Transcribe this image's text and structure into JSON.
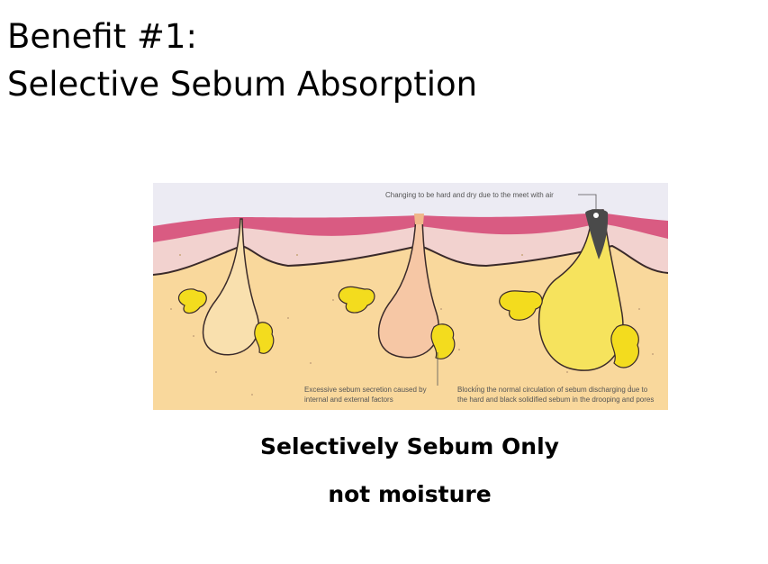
{
  "slide": {
    "title_line1": "Benefit #1:",
    "title_line2": "Selective Sebum Absorption",
    "caption_line1": "Selectively Sebum Only",
    "caption_line2": "not moisture"
  },
  "illustration": {
    "label_top": "Changing to be hard and dry due to the meet with air",
    "label_left_line1": "Excessive sebum secretion caused by",
    "label_left_line2": "internal and external factors",
    "label_right_line1": "Blocking the normal circulation of sebum discharging due to",
    "label_right_line2": "the hard and black solidified sebum in the drooping and pores"
  },
  "colors": {
    "background_lavender": "#ecebf3",
    "skin_pink": "#d95b82",
    "dermis_pink": "#f2d2cf",
    "tissue_tan": "#f9d89c",
    "sebum_yellow": "#f3dc1e",
    "gland_yellow": "#f6e35d"
  }
}
